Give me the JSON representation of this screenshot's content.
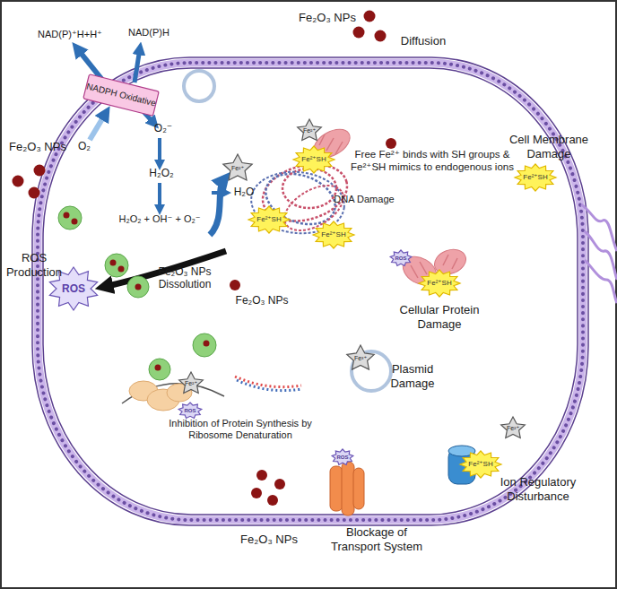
{
  "diagram": {
    "nodes": [
      {
        "text": [
          "NADPH Oxidative"
        ]
      },
      {
        "text": [
          "ROS"
        ]
      },
      {
        "text": [
          "Fe²⁺"
        ]
      },
      {
        "text": [
          "Fe²⁺SH"
        ]
      },
      {
        "text": [
          "Fe²⁺SH"
        ]
      },
      {
        "text": [
          "Fe²⁺SH"
        ]
      },
      {
        "text": [
          "Fe²⁺"
        ]
      },
      {
        "text": [
          "ROS"
        ]
      },
      {
        "text": [
          "Fe²⁺SH"
        ]
      },
      {
        "text": [
          "Fe²⁺SH"
        ]
      },
      {
        "text": [
          "Fe³⁺"
        ]
      },
      {
        "text": [
          "Fe²⁺"
        ]
      },
      {
        "text": [
          "ROS"
        ]
      },
      {
        "text": [
          "ROS"
        ]
      },
      {
        "text": [
          "Fe²⁺SH"
        ]
      },
      {
        "text": [
          "Fe²⁺"
        ]
      }
    ],
    "labels": [
      "Fe₂O₃ NPs",
      "Diffusion",
      "NAD(P)⁺H+H⁺",
      "NAD(P)H",
      "Fe₂O₃ NPs",
      "O₂",
      "O₂⁻",
      "H₂O₂",
      "H₂O₂ + OH⁻ + O₂⁻",
      "ROS Production",
      "Fe₂O₃ NPs Dissolution",
      "H₂O",
      "Fe₂O₃ NPs",
      "Free Fe²⁺ binds with SH groups & Fe²⁺SH mimics to endogenous ions",
      "DNA Damage",
      "Cellular Protein Damage",
      "Cell Membrane Damage",
      "Plasmid Damage",
      "Inhibition of Protein Synthesis by Ribosome Denaturation",
      "Fe₂O₃ NPs",
      "Blockage of Transport System",
      "Ion Regulatory Disturbance"
    ]
  }
}
